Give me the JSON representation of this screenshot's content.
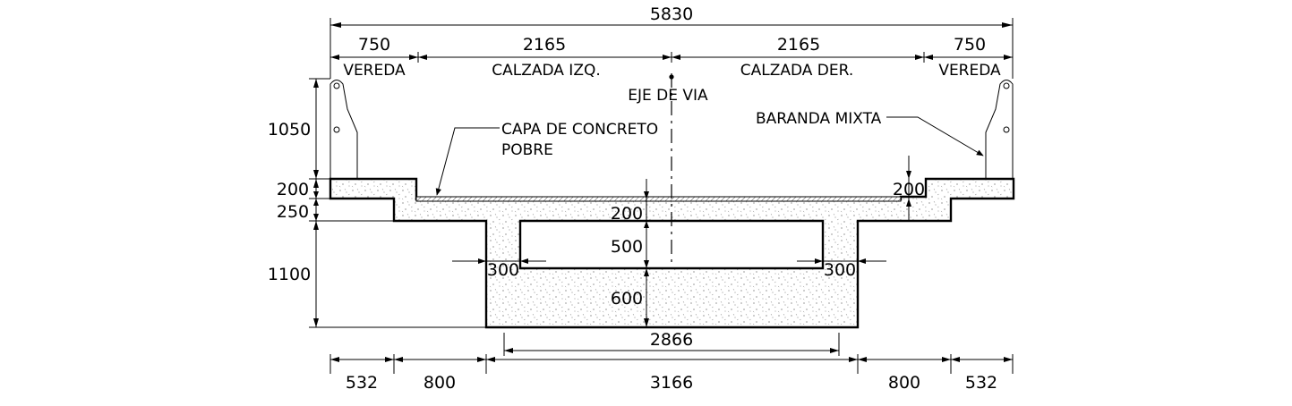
{
  "dimensions": {
    "total_width": "5830",
    "vereda_left": "750",
    "calzada_left": "2165",
    "calzada_right": "2165",
    "vereda_right": "750",
    "h_railing": "1050",
    "h_sidewalk_slab": "200",
    "h_step": "250",
    "h_box": "1100",
    "top_slab": "200",
    "void_height": "500",
    "bottom_slab": "600",
    "web_left": "300",
    "web_right": "300",
    "pavement_right": "200",
    "void_width": "2866",
    "bottom_532_left": "532",
    "bottom_800_left": "800",
    "bottom_3166": "3166",
    "bottom_800_right": "800",
    "bottom_532_right": "532"
  },
  "labels": {
    "vereda_left": "VEREDA",
    "calzada_izq": "CALZADA IZQ.",
    "calzada_der": "CALZADA DER.",
    "vereda_right": "VEREDA",
    "eje_de_via": "EJE DE VIA",
    "capa_line1": "CAPA DE CONCRETO",
    "capa_line2": "POBRE",
    "baranda": "BARANDA MIXTA"
  }
}
